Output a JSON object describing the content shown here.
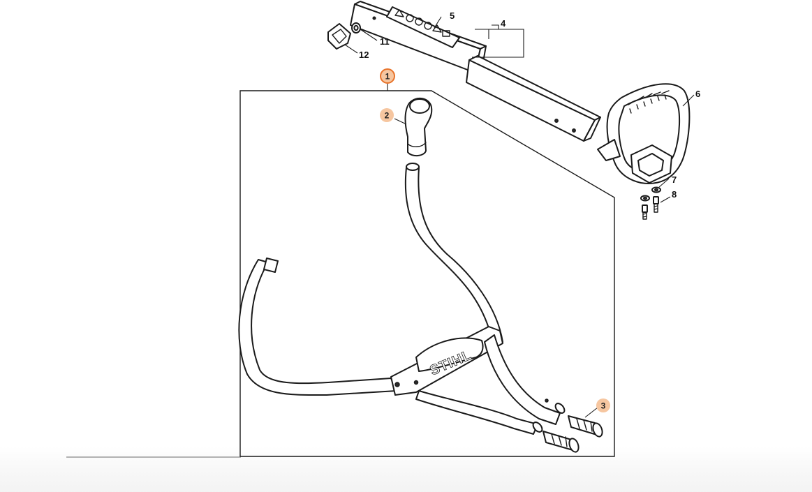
{
  "diagram": {
    "brand_label": "STIHL",
    "colors": {
      "highlight_fill": "#f6c6a0",
      "highlight_ring": "#e8732a",
      "line": "#1a1a1a"
    },
    "callouts": [
      {
        "id": "1",
        "number": "1",
        "highlighted": true
      },
      {
        "id": "2",
        "number": "2",
        "highlighted": true
      },
      {
        "id": "3",
        "number": "3",
        "highlighted": true
      },
      {
        "id": "4",
        "number": "4",
        "highlighted": false
      },
      {
        "id": "5",
        "number": "5",
        "highlighted": false
      },
      {
        "id": "6",
        "number": "6",
        "highlighted": false
      },
      {
        "id": "7",
        "number": "7",
        "highlighted": false
      },
      {
        "id": "8",
        "number": "8",
        "highlighted": false
      },
      {
        "id": "11",
        "number": "11",
        "highlighted": false
      },
      {
        "id": "12",
        "number": "12",
        "highlighted": false
      }
    ]
  }
}
